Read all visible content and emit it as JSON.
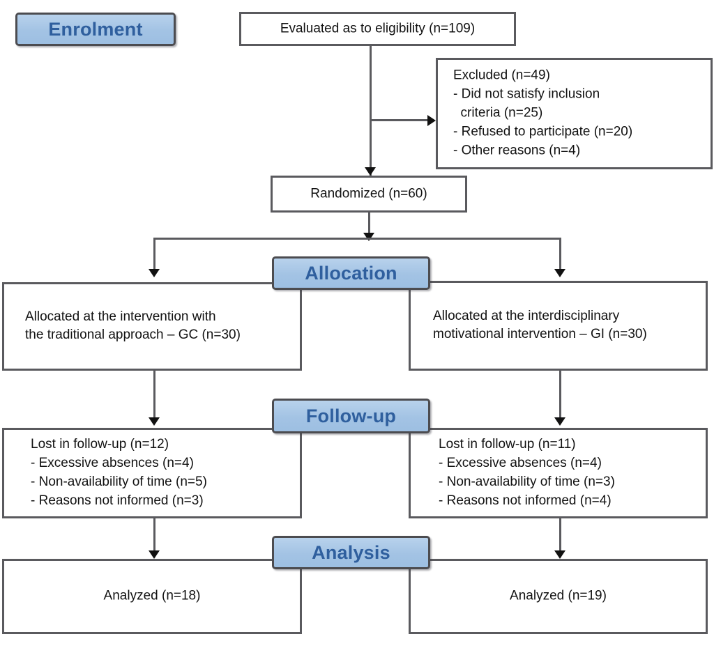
{
  "diagram": {
    "type": "consort-flow-diagram",
    "title": "CONSORT participant flow diagram",
    "accent_color": "#a3c3e4",
    "accent_text_color": "#2f5f9e",
    "border_color": "#5a5a5e",
    "background_color": "#ffffff"
  },
  "stages": {
    "enrolment": "Enrolment",
    "allocation": "Allocation",
    "followup": "Follow-up",
    "analysis": "Analysis"
  },
  "nodes": {
    "eligibility": {
      "lines": [
        "Evaluated as to eligibility (n=109)"
      ],
      "n": 109
    },
    "excluded": {
      "lines": [
        "Excluded (n=49)",
        "- Did not satisfy inclusion",
        "  criteria (n=25)",
        "- Refused to participate (n=20)",
        "- Other reasons (n=4)"
      ],
      "n": 49
    },
    "randomized": {
      "lines": [
        "Randomized (n=60)"
      ],
      "n": 60
    },
    "alloc_left": {
      "lines": [
        "Allocated at the intervention with",
        "the traditional approach – GC (n=30)"
      ],
      "n": 30,
      "group": "GC"
    },
    "alloc_right": {
      "lines": [
        "Allocated at the interdisciplinary",
        "motivational intervention – GI (n=30)"
      ],
      "n": 30,
      "group": "GI"
    },
    "followup_left": {
      "lines": [
        "Lost in follow-up (n=12)",
        "- Excessive absences (n=4)",
        "- Non-availability of time (n=5)",
        "- Reasons not informed (n=3)"
      ],
      "n": 12
    },
    "followup_right": {
      "lines": [
        "Lost in follow-up (n=11)",
        "- Excessive absences (n=4)",
        "- Non-availability of time (n=3)",
        "- Reasons not informed (n=4)"
      ],
      "n": 11
    },
    "analyzed_left": {
      "lines": [
        "Analyzed (n=18)"
      ],
      "n": 18
    },
    "analyzed_right": {
      "lines": [
        "Analyzed (n=19)"
      ],
      "n": 19
    }
  },
  "caption": {
    "text": ""
  }
}
